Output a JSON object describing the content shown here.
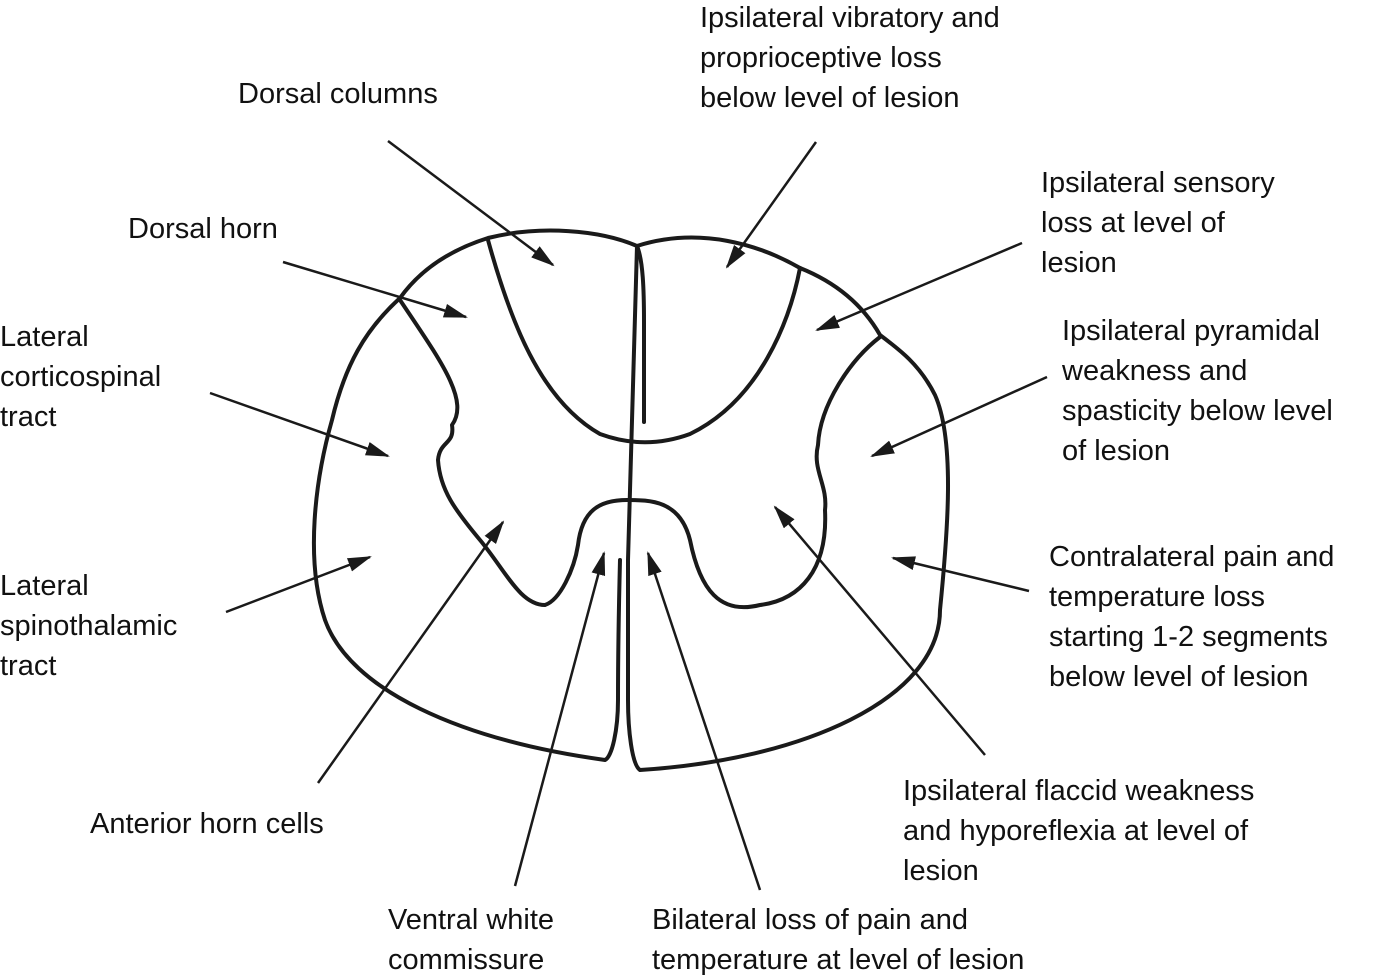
{
  "diagram": {
    "colors": {
      "ink": "#1a1a1a",
      "background": "#ffffff"
    },
    "labels": {
      "dorsal_columns": [
        "Dorsal columns"
      ],
      "dorsal_horn": [
        "Dorsal horn"
      ],
      "lateral_corticospinal": [
        "Lateral",
        "corticospinal",
        "tract"
      ],
      "lateral_spinothalamic": [
        "Lateral",
        "spinothalamic",
        "tract"
      ],
      "anterior_horn_cells": [
        "Anterior horn cells"
      ],
      "ventral_white_commissure": [
        "Ventral white",
        "commissure"
      ],
      "bilateral_loss": [
        "Bilateral loss of pain and",
        "temperature at level of lesion"
      ],
      "ipsilateral_vibratory": [
        "Ipsilateral vibratory and",
        "proprioceptive loss",
        "below level of lesion"
      ],
      "ipsilateral_sensory": [
        "Ipsilateral sensory",
        "loss at level of",
        "lesion"
      ],
      "ipsilateral_pyramidal": [
        "Ipsilateral pyramidal",
        "weakness and",
        "spasticity below level",
        "of lesion"
      ],
      "contralateral_pain": [
        "Contralateral pain and",
        "temperature loss",
        "starting 1-2 segments",
        "below level of lesion"
      ],
      "ipsilateral_flaccid": [
        "Ipsilateral flaccid weakness",
        "and hyporeflexia at level of",
        "lesion"
      ]
    }
  }
}
